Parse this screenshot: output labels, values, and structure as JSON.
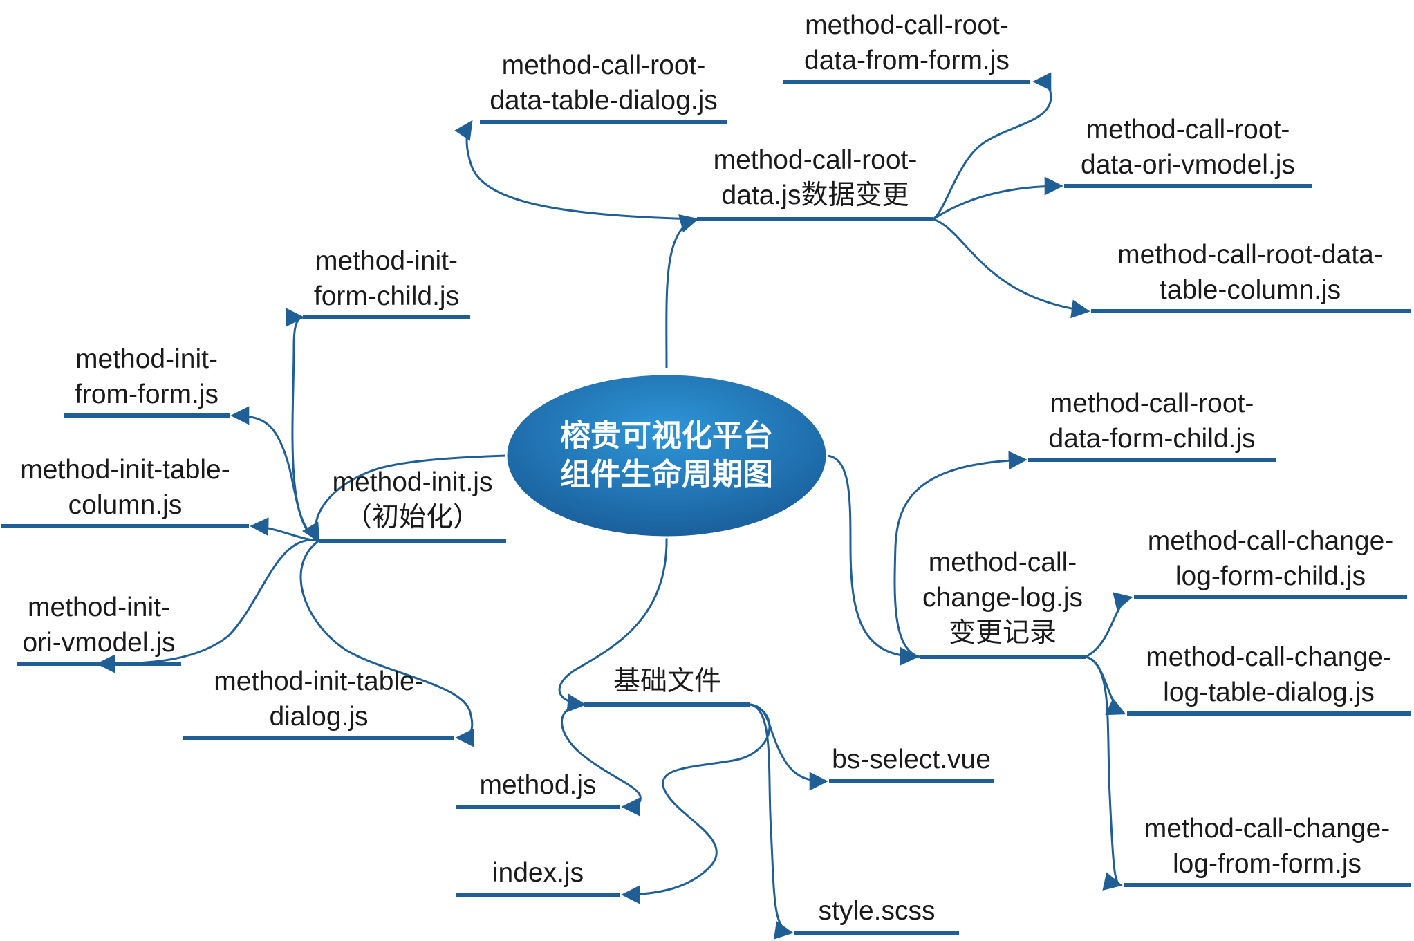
{
  "colors": {
    "line": "#1f5f96",
    "node_top": "#2e96d8",
    "node_bottom": "#1a5f9c",
    "text": "#1a1a1a"
  },
  "center": {
    "line1": "榕贵可视化平台",
    "line2": "组件生命周期图"
  },
  "nodes": {
    "call_root_data": {
      "line1": "method-call-root-",
      "line2": "data.js数据变更"
    },
    "call_root_table_dialog": {
      "line1": "method-call-root-",
      "line2": "data-table-dialog.js"
    },
    "call_root_from_form": {
      "line1": "method-call-root-",
      "line2": "data-from-form.js"
    },
    "call_root_ori_vmodel": {
      "line1": "method-call-root-",
      "line2": "data-ori-vmodel.js"
    },
    "call_root_table_column": {
      "line1": "method-call-root-data-",
      "line2": "table-column.js"
    },
    "init": {
      "line1": "method-init.js",
      "line2": "（初始化）"
    },
    "init_form_child": {
      "line1": "method-init-",
      "line2": "form-child.js"
    },
    "init_from_form": {
      "line1": "method-init-",
      "line2": "from-form.js"
    },
    "init_table_column": {
      "line1": "method-init-table-",
      "line2": "column.js"
    },
    "init_ori_vmodel": {
      "line1": "method-init-",
      "line2": "ori-vmodel.js"
    },
    "init_table_dialog": {
      "line1": "method-init-table-",
      "line2": "dialog.js"
    },
    "base": {
      "line1": "基础文件"
    },
    "method_js": {
      "line1": "method.js"
    },
    "index_js": {
      "line1": "index.js"
    },
    "bs_select": {
      "line1": "bs-select.vue"
    },
    "style_scss": {
      "line1": "style.scss"
    },
    "change_log": {
      "line1": "method-call-",
      "line2": "change-log.js",
      "line3": "变更记录"
    },
    "call_root_form_child": {
      "line1": "method-call-root-",
      "line2": "data-form-child.js"
    },
    "change_form_child": {
      "line1": "method-call-change-",
      "line2": "log-form-child.js"
    },
    "change_table_dialog": {
      "line1": "method-call-change-",
      "line2": "log-table-dialog.js"
    },
    "change_from_form": {
      "line1": "method-call-change-",
      "line2": "log-from-form.js"
    }
  }
}
